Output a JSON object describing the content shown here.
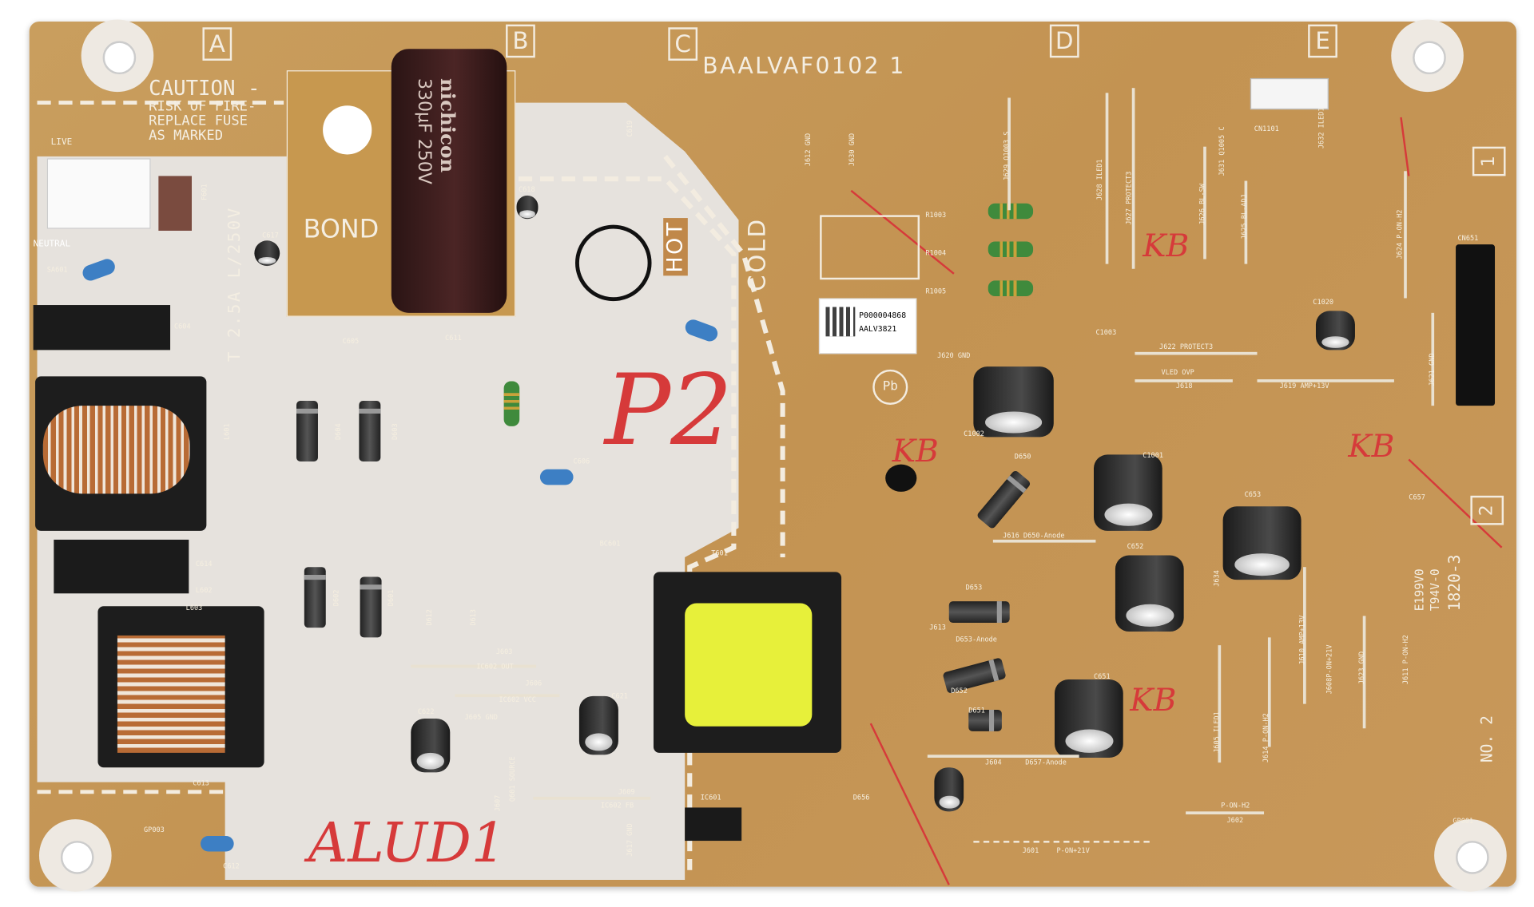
{
  "board": {
    "part_number": "BAALVAF0102 1",
    "column_markers": [
      "A",
      "B",
      "C",
      "D",
      "E"
    ],
    "row_markers": [
      "1",
      "2"
    ],
    "caution": [
      "CAUTION -",
      "RISK OF FIRE-",
      "REPLACE FUSE",
      "AS MARKED"
    ],
    "live_label": "LIVE",
    "neutral_label": "NEUTRAL",
    "fuse_rating": "T 2.5A L/250V",
    "bond_label": "BOND",
    "hot_label": "HOT",
    "cold_label": "COLD",
    "board_no": "NO. 2",
    "ul_code": "E199V0",
    "date_code": "1820-3",
    "flammability": "T94V-0",
    "qr_label": [
      "P000004868",
      "AALV3821"
    ],
    "pb_free_mark": "Pb"
  },
  "main_capacitor": {
    "brand": "nichicon",
    "rating": "330µF 250V"
  },
  "handwriting": [
    "P2",
    "ALUD1",
    "KB",
    "KB",
    "KB",
    "KB"
  ],
  "component_labels": [
    "C619",
    "C618",
    "C617",
    "F601",
    "SA601",
    "C604",
    "C605",
    "C611",
    "L601",
    "C614",
    "L602",
    "L603",
    "C613",
    "GP003",
    "C612",
    "D604",
    "D603",
    "D602",
    "D601",
    "D612",
    "D613",
    "C606",
    "BC601",
    "T601",
    "J603",
    "IC602 OUT",
    "J606",
    "IC602 VCC",
    "J605 GND",
    "C622",
    "C621",
    "J607",
    "Q601 SOURCE",
    "J609",
    "IC602 FB",
    "IC601",
    "J617 GND",
    "J612 GND",
    "J630 GND",
    "J629 Q1003 S",
    "R1003",
    "R1004",
    "R1005",
    "J628 ILED1",
    "J627 PROTECT3",
    "J626 BL-SW",
    "J631 Q1005 C",
    "J625 BL-ADJ",
    "CN1101",
    "J632 ILED1",
    "J624 P-ON-H2",
    "CN651",
    "C1020",
    "J621 GND",
    "C1003",
    "J620 GND",
    "J622 PROTECT3",
    "VLED OVP",
    "J618",
    "J619 AMP+13V",
    "C1002",
    "D650",
    "J616 D650-Anode",
    "C1001",
    "C652",
    "C653",
    "C657",
    "D653",
    "J613",
    "D653-Anode",
    "D652",
    "D651",
    "C651",
    "J604",
    "D657-Anode",
    "D656",
    "J605 ILED1",
    "J614 P-ON-H2",
    "J610 AMP+13V",
    "J608P-ON+21V",
    "J623 GND",
    "J611 P-ON-H2",
    "P-ON-H2",
    "J602",
    "J601",
    "P-ON+21V",
    "GP001",
    "J634"
  ],
  "colors": {
    "board": "#c59755",
    "silkscreen": "#f4eee2",
    "hv_area": "#e7e3de",
    "ink": "#d63a3a"
  }
}
